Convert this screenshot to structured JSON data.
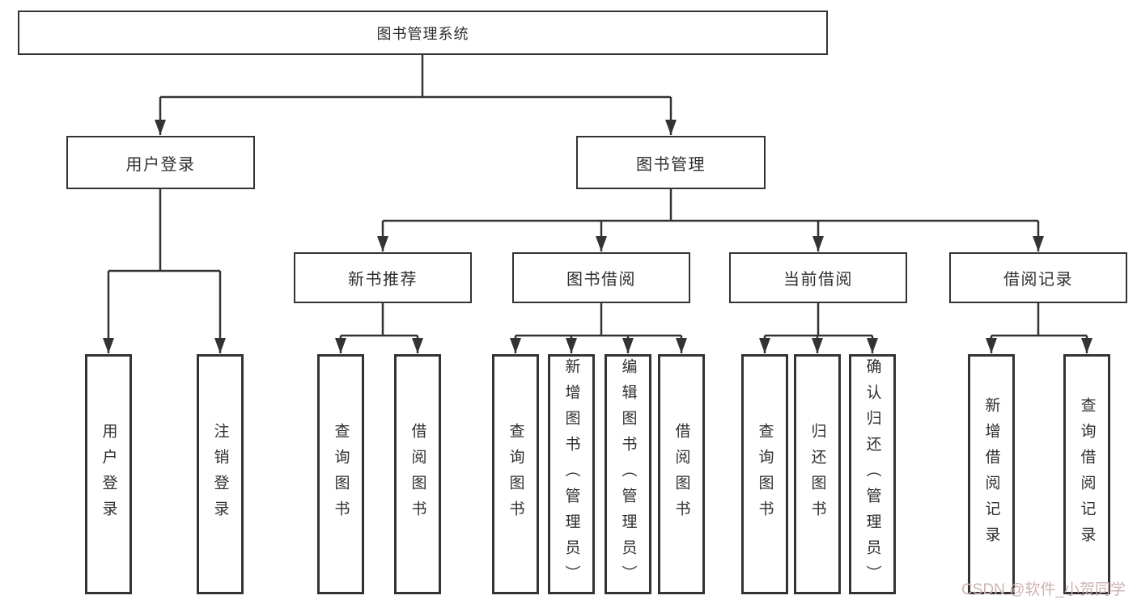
{
  "title": "图书管理系统",
  "level2": [
    "用户登录",
    "图书管理"
  ],
  "level3": [
    "新书推荐",
    "图书借阅",
    "当前借阅",
    "借阅记录"
  ],
  "leaves": {
    "login": [
      "用户登录",
      "注销登录"
    ],
    "recommend": [
      "查询图书",
      "借阅图书"
    ],
    "borrow": [
      "查询图书",
      "新增图书（管理员）",
      "编辑图书（管理员）",
      "借阅图书"
    ],
    "current": [
      "查询图书",
      "归还图书",
      "确认归还（管理员）"
    ],
    "records": [
      "新增借阅记录",
      "查询借阅记录"
    ]
  },
  "watermark": "CSDN @软件_小贺同学",
  "colors": {
    "line": "#333333",
    "text": "#2f2f2f",
    "background": "#ffffff",
    "watermark": "#d0b2b2"
  }
}
